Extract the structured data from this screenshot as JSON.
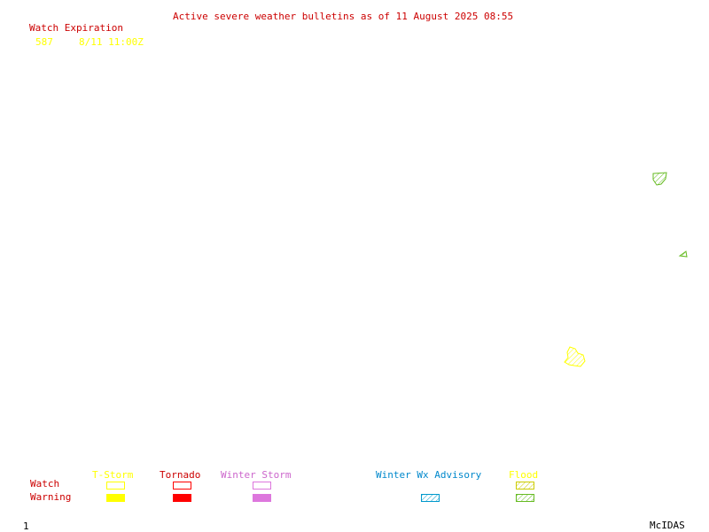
{
  "header": {
    "title": "Active severe weather bulletins as of 11 August 2025 08:55"
  },
  "watch_table": {
    "heading": "Watch Expiration",
    "rows": [
      {
        "number": "587",
        "expiration": "8/11 11:00Z"
      }
    ]
  },
  "legend": {
    "row_labels": {
      "watch": "Watch",
      "warning": "Warning"
    },
    "categories": [
      {
        "label": "T-Storm",
        "color": "#ffff00",
        "watch": "outline",
        "warning": "fill"
      },
      {
        "label": "Tornado",
        "color": "#ff0000",
        "watch": "outline",
        "warning": "fill"
      },
      {
        "label": "Winter Storm",
        "color": "#dd77dd",
        "watch": "outline",
        "warning": "fill"
      },
      {
        "label": "Winter Wx Advisory",
        "color": "#0099cc",
        "warning": "hatch"
      },
      {
        "label": "Flood",
        "color": "#cccc00",
        "watch": "hatch",
        "warning": "hatch"
      }
    ]
  },
  "footer": {
    "frame_number": "1",
    "software": "McIDAS"
  },
  "colors": {
    "flood_warning": "#66bb22",
    "tstorm_watch": "#ffff00"
  }
}
